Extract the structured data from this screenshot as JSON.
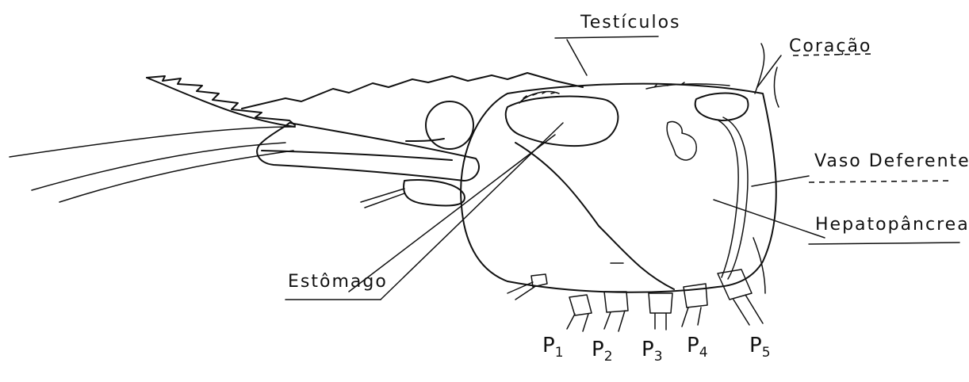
{
  "labels": {
    "testiculos": "Testículos",
    "coracao": "Coração",
    "vaso_deferente": "Vaso Deferente",
    "hepatopancreas": "Hepatopâncreas",
    "estomago": "Estômago"
  },
  "pereiopods": [
    {
      "letter": "P",
      "index": "1"
    },
    {
      "letter": "P",
      "index": "2"
    },
    {
      "letter": "P",
      "index": "3"
    },
    {
      "letter": "P",
      "index": "4"
    },
    {
      "letter": "P",
      "index": "5"
    }
  ]
}
